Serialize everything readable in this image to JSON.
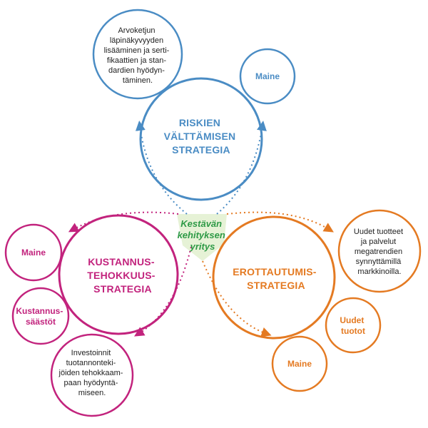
{
  "center": {
    "lines": [
      "Kestävän",
      "kehityksen",
      "yritys"
    ]
  },
  "risk": {
    "title_lines": [
      "RISKIEN",
      "VÄLTTÄMISEN",
      "STRATEGIA"
    ],
    "note_lines": [
      "Arvoketjun",
      "läpinäkyvyyden",
      "lisääminen ja serti-",
      "fikaattien ja stan-",
      "dardien hyödyn-",
      "täminen."
    ],
    "maine": "Maine"
  },
  "cost": {
    "title_lines": [
      "KUSTANNUS-",
      "TEHOKKUUS-",
      "STRATEGIA"
    ],
    "maine": "Maine",
    "savings_lines": [
      "Kustannus-",
      "säästöt"
    ],
    "note_lines": [
      "Investoinnit",
      "tuotannonteki-",
      "jöiden tehokkaam-",
      "paan hyödyntä-",
      "miseen."
    ]
  },
  "diff": {
    "title_lines": [
      "EROTTAUTUMIS-",
      "STRATEGIA"
    ],
    "note_lines": [
      "Uudet tuotteet",
      "ja palvelut",
      "megatrendien",
      "synnyttämillä",
      "markkinoilla."
    ],
    "products_lines": [
      "Uudet",
      "tuotot"
    ],
    "maine": "Maine"
  },
  "colors": {
    "blue": "#4a8cc4",
    "magenta": "#c2237d",
    "orange": "#e47a22",
    "green": "#2e9a46",
    "center_bg": "#e6f2d6",
    "text": "#222222"
  }
}
